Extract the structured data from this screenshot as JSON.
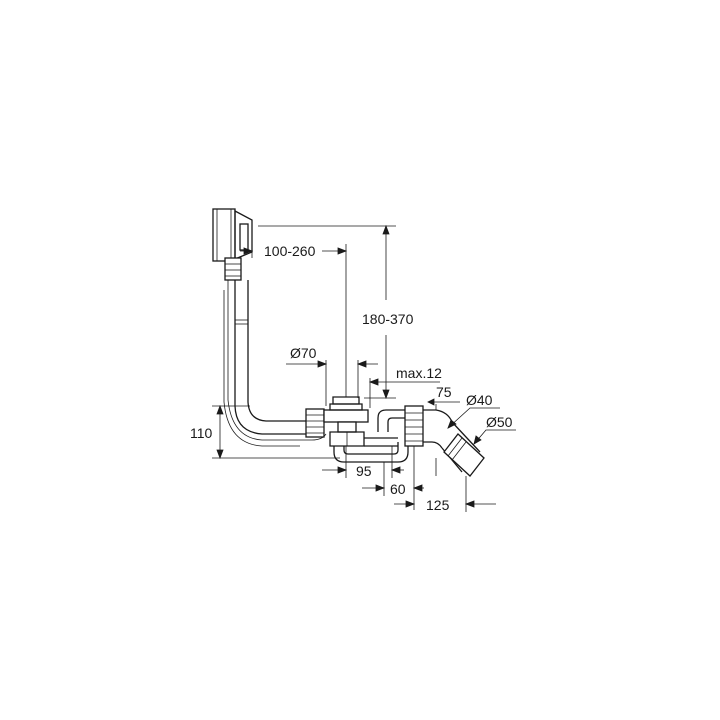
{
  "dimensions": {
    "overflow_reach": "100-260",
    "overflow_height": "180-370",
    "waste_diameter": "Ø70",
    "max_offset": "max.12",
    "height": "110",
    "elbow_length": "75",
    "outlet_diameter_inner": "Ø40",
    "outlet_diameter_outer": "Ø50",
    "trap_offset": "95",
    "trap_spacing": "60",
    "outlet_offset": "125"
  }
}
